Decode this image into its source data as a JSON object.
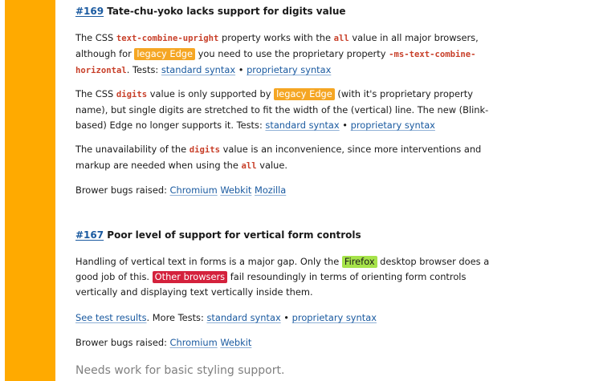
{
  "theme": {
    "accent_bar": "#ffaa00",
    "link": "#1a5aa0",
    "code": "#c8402a",
    "badge_legacy_edge": "#f5a623",
    "badge_firefox": "#a6e34a",
    "badge_other": "#d4213c"
  },
  "issues": [
    {
      "number": "#169",
      "title": "Tate-chu-yoko lacks support for digits value",
      "p1": {
        "t1": "The CSS ",
        "code1": "text-combine-upright",
        "t2": " property works with the ",
        "code2": "all",
        "t3": " value in all major browsers, although for ",
        "badge": "legacy Edge",
        "t4": " you need to use the proprietary property ",
        "code3": "-ms-text-combine-horizontal",
        "t5": ". Tests: ",
        "link1": "standard syntax",
        "sep": " • ",
        "link2": "proprietary syntax"
      },
      "p2": {
        "t1": "The CSS ",
        "code1": "digits",
        "t2": " value is only supported by ",
        "badge": "legacy Edge",
        "t3": " (with it's proprietary property name), but single digits are stretched to fit the width of the (vertical) line. The new (Blink-based) Edge no longer supports it. Tests: ",
        "link1": "standard syntax",
        "sep": " • ",
        "link2": "proprietary syntax"
      },
      "p3": {
        "t1": "The unavailability of the ",
        "code1": "digits",
        "t2": " value is an inconvenience, since more interventions and markup are needed when using the ",
        "code2": "all",
        "t3": " value."
      },
      "bugs": {
        "label": "Brower bugs raised: ",
        "links": [
          "Chromium",
          "Webkit",
          "Mozilla"
        ]
      }
    },
    {
      "number": "#167",
      "title": "Poor level of support for vertical form controls",
      "p1": {
        "t1": "Handling of vertical text in forms is a major gap. Only the ",
        "badge1": "Firefox",
        "t2": " desktop browser does a good job of this. ",
        "badge2": "Other browsers",
        "t3": " fail resoundingly in terms of orienting form controls vertically and displaying text vertically inside them."
      },
      "p2": {
        "link0": "See test results",
        "t1": ". More Tests: ",
        "link1": "standard syntax",
        "sep": " • ",
        "link2": "proprietary syntax"
      },
      "bugs": {
        "label": "Brower bugs raised: ",
        "links": [
          "Chromium",
          "Webkit"
        ]
      },
      "note": "Needs work for basic styling support."
    }
  ]
}
